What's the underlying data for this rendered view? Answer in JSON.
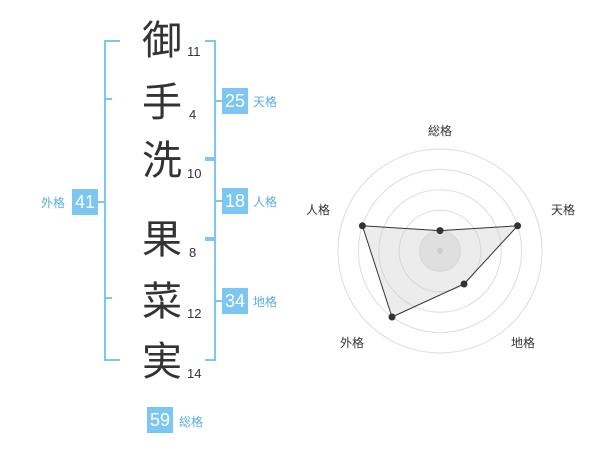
{
  "name": {
    "characters": [
      {
        "char": "御",
        "strokes": "11"
      },
      {
        "char": "手",
        "strokes": "4"
      },
      {
        "char": "洗",
        "strokes": "10"
      },
      {
        "char": "果",
        "strokes": "8"
      },
      {
        "char": "菜",
        "strokes": "12"
      },
      {
        "char": "実",
        "strokes": "14"
      }
    ]
  },
  "fortunes": {
    "tenkaku": {
      "value": "25",
      "label": "天格"
    },
    "jinkaku": {
      "value": "18",
      "label": "人格"
    },
    "chikaku": {
      "value": "34",
      "label": "地格"
    },
    "gaikaku": {
      "value": "41",
      "label": "外格"
    },
    "soukaku": {
      "value": "59",
      "label": "総格"
    }
  },
  "radar": {
    "axes": [
      "総格",
      "天格",
      "地格",
      "外格",
      "人格"
    ],
    "values": [
      1,
      4,
      2,
      4,
      4
    ],
    "max": 5
  },
  "colors": {
    "accent": "#7cc7f2",
    "label": "#5aace0",
    "bracket": "#7cc7f2",
    "grid": "#dddddd"
  }
}
